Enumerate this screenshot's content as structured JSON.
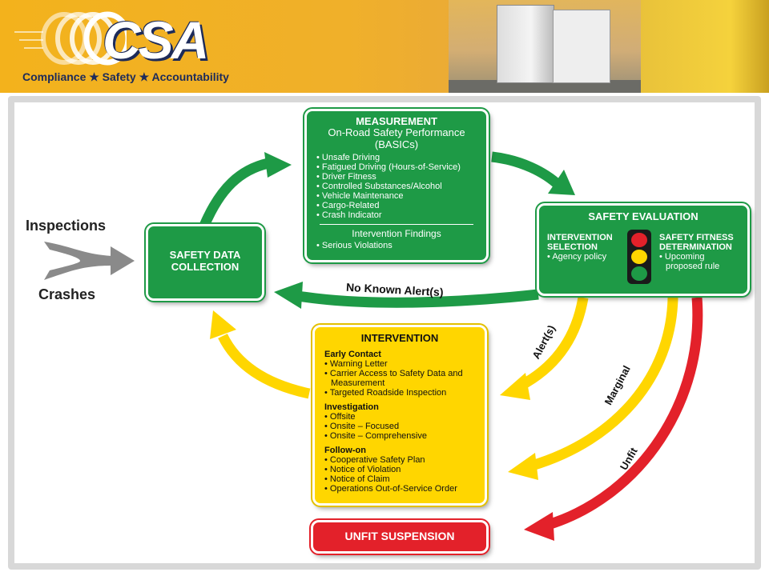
{
  "header": {
    "logo": "CSA",
    "tagline": "Compliance ★ Safety ★ Accountability"
  },
  "inputs": {
    "inspections": "Inspections",
    "crashes": "Crashes"
  },
  "safety_data": {
    "title_line1": "SAFETY DATA",
    "title_line2": "COLLECTION"
  },
  "measurement": {
    "title": "MEASUREMENT",
    "subtitle1": "On-Road Safety Performance",
    "subtitle2": "(BASICs)",
    "items": [
      "Unsafe Driving",
      "Fatigued Driving (Hours-of-Service)",
      "Driver Fitness",
      "Controlled Substances/Alcohol",
      "Vehicle Maintenance",
      "Cargo-Related",
      "Crash Indicator"
    ],
    "findings_title": "Intervention Findings",
    "findings_items": [
      "Serious Violations"
    ]
  },
  "evaluation": {
    "title": "SAFETY EVALUATION",
    "left_title1": "INTERVENTION",
    "left_title2": "SELECTION",
    "left_items": [
      "Agency policy"
    ],
    "right_title1": "SAFETY FITNESS",
    "right_title2": "DETERMINATION",
    "right_item_line1": "Upcoming",
    "right_item_line2": "proposed rule"
  },
  "intervention": {
    "title": "INTERVENTION",
    "groups": [
      {
        "title": "Early Contact",
        "items": [
          "Warning Letter",
          "Carrier Access to Safety Data and Measurement",
          "Targeted Roadside Inspection"
        ]
      },
      {
        "title": "Investigation",
        "items": [
          "Offsite",
          "Onsite – Focused",
          "Onsite – Comprehensive"
        ]
      },
      {
        "title": "Follow-on",
        "items": [
          "Cooperative Safety Plan",
          "Notice of Violation",
          "Notice of Claim",
          "Operations Out-of-Service Order"
        ]
      }
    ]
  },
  "unfit": {
    "title": "UNFIT SUSPENSION"
  },
  "arrows": {
    "no_alert": "No Known Alert(s)",
    "alerts": "Alert(s)",
    "marginal": "Marginal",
    "unfit": "Unfit"
  },
  "colors": {
    "green": "#1e9a46",
    "yellow": "#ffd600",
    "red": "#e3212a",
    "gray": "#8a8a8a"
  }
}
